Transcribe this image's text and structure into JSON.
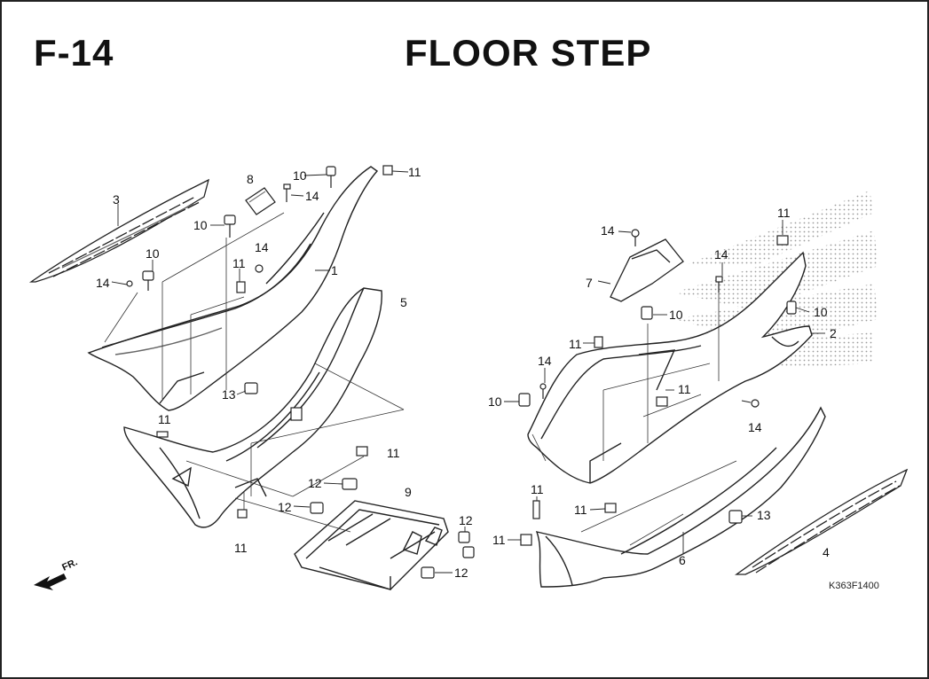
{
  "page": {
    "section_code": "F-14",
    "title": "FLOOR STEP",
    "diagram_code": "K363F1400",
    "direction_label": "FR."
  },
  "callouts": [
    {
      "id": "c3",
      "label": "3"
    },
    {
      "id": "c8",
      "label": "8"
    },
    {
      "id": "c10a",
      "label": "10"
    },
    {
      "id": "c14a",
      "label": "14"
    },
    {
      "id": "c11a",
      "label": "11"
    },
    {
      "id": "c10b",
      "label": "10"
    },
    {
      "id": "c14b",
      "label": "14"
    },
    {
      "id": "c10c",
      "label": "10"
    },
    {
      "id": "c11b",
      "label": "11"
    },
    {
      "id": "c1",
      "label": "1"
    },
    {
      "id": "c14c",
      "label": "14"
    },
    {
      "id": "c5",
      "label": "5"
    },
    {
      "id": "c13a",
      "label": "13"
    },
    {
      "id": "c11c",
      "label": "11"
    },
    {
      "id": "c11d",
      "label": "11"
    },
    {
      "id": "c12a",
      "label": "12"
    },
    {
      "id": "c9",
      "label": "9"
    },
    {
      "id": "c12b",
      "label": "12"
    },
    {
      "id": "c12c",
      "label": "12"
    },
    {
      "id": "c12d",
      "label": "12"
    },
    {
      "id": "c11e",
      "label": "11"
    },
    {
      "id": "c14d",
      "label": "14"
    },
    {
      "id": "c11f",
      "label": "11"
    },
    {
      "id": "c7",
      "label": "7"
    },
    {
      "id": "c14e",
      "label": "14"
    },
    {
      "id": "c10d",
      "label": "10"
    },
    {
      "id": "c10e",
      "label": "10"
    },
    {
      "id": "c2",
      "label": "2"
    },
    {
      "id": "c11g",
      "label": "11"
    },
    {
      "id": "c14f",
      "label": "14"
    },
    {
      "id": "c10f",
      "label": "10"
    },
    {
      "id": "c11h",
      "label": "11"
    },
    {
      "id": "c14g",
      "label": "14"
    },
    {
      "id": "c11i",
      "label": "11"
    },
    {
      "id": "c11j",
      "label": "11"
    },
    {
      "id": "c11k",
      "label": "11"
    },
    {
      "id": "c13b",
      "label": "13"
    },
    {
      "id": "c6",
      "label": "6"
    },
    {
      "id": "c4",
      "label": "4"
    }
  ]
}
